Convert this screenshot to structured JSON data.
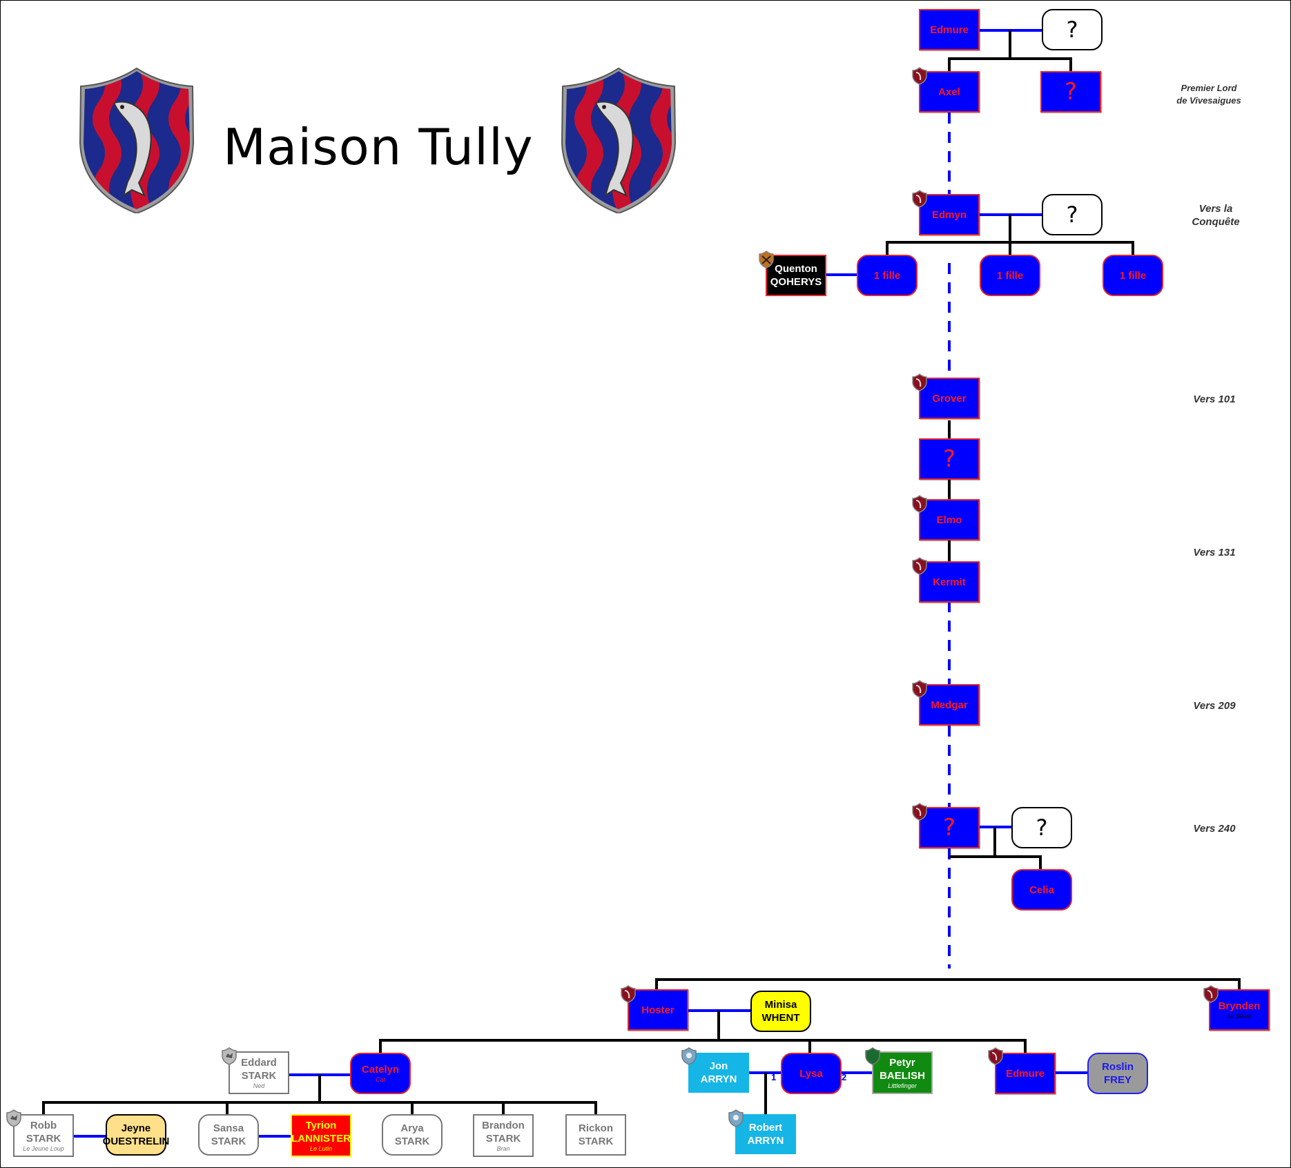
{
  "title": "Maison Tully",
  "crests": {
    "left_icon": "tully-trout-shield",
    "right_icon": "tully-trout-shield"
  },
  "colors": {
    "tully_fill": "#0000ff",
    "tully_border": "#e8242c",
    "tully_text": "#ff1a1a",
    "marriage_line": "#0000ff",
    "descent_line": "#000000"
  },
  "eras": {
    "premier": "Premier Lord\nde Vivesaigues",
    "conquete": "Vers la\nConquête",
    "v101": "Vers 101",
    "v131": "Vers 131",
    "v209": "Vers 209",
    "v240": "Vers 240"
  },
  "people": {
    "edmure_1": "Edmure",
    "edmure_1_spouse": "?",
    "axel": "Axel",
    "axel_sibling": "?",
    "edmyn": "Edmyn",
    "edmyn_spouse": "?",
    "quenton_1": "Quenton",
    "quenton_2": "QOHERYS",
    "fille_1": "1 fille",
    "fille_2": "1 fille",
    "fille_3": "1 fille",
    "grover": "Grover",
    "unknown_lord": "?",
    "elmo": "Elmo",
    "kermit": "Kermit",
    "medgar": "Medgar",
    "lord_240": "?",
    "lord_240_spouse": "?",
    "celia": "Celia",
    "hoster": "Hoster",
    "minisa_1": "Minisa",
    "minisa_2": "WHENT",
    "brynden": "Brynden",
    "brynden_sub": "Le Silure",
    "eddard_1": "Eddard",
    "eddard_2": "STARK",
    "eddard_sub": "Ned",
    "catelyn": "Catelyn",
    "catelyn_sub": "Cat",
    "jon_1": "Jon",
    "jon_2": "ARRYN",
    "lysa": "Lysa",
    "petyr_1": "Petyr",
    "petyr_2": "BAELISH",
    "petyr_sub": "Littlefinger",
    "edmure_2": "Edmure",
    "roslin_1": "Roslin",
    "roslin_2": "FREY",
    "robert_1": "Robert",
    "robert_2": "ARRYN",
    "robb_1": "Robb",
    "robb_2": "STARK",
    "robb_sub": "Le Jeune Loup",
    "jeyne_1": "Jeyne",
    "jeyne_2": "OUESTRELIN",
    "sansa_1": "Sansa",
    "sansa_2": "STARK",
    "tyrion_1": "Tyrion",
    "tyrion_2": "LANNISTER",
    "tyrion_sub": "Le Lutin",
    "arya_1": "Arya",
    "arya_2": "STARK",
    "brandon_1": "Brandon",
    "brandon_2": "STARK",
    "brandon_sub": "Bran",
    "rickon_1": "Rickon",
    "rickon_2": "STARK"
  },
  "marriage_numbers": {
    "first": "1",
    "second": "2"
  }
}
